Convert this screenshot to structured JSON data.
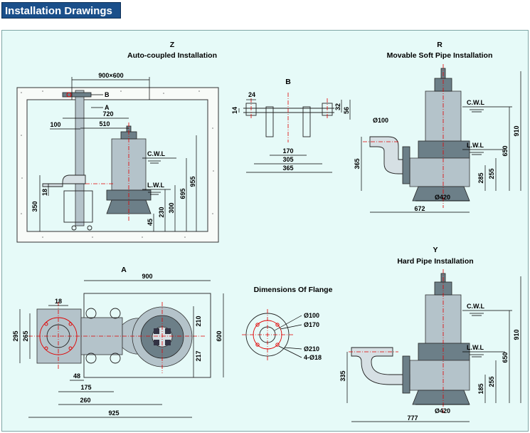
{
  "banner": {
    "title": "Installation Drawings"
  },
  "views": {
    "z": {
      "letter": "Z",
      "title": "Auto-coupled Installation",
      "guide_label": "B",
      "flange_label": "A",
      "dims": {
        "pit": "900×600",
        "d720": "720",
        "d510": "510",
        "d100": "100",
        "d18": "18",
        "d350": "350",
        "d45": "45",
        "d230": "230",
        "d300": "300",
        "d695": "695",
        "d955": "955"
      },
      "cwl": "C.W.L",
      "lwl": "L.W.L"
    },
    "b": {
      "letter": "B",
      "dims": {
        "d24": "24",
        "d14": "14",
        "d32": "32",
        "d56": "56",
        "d170": "170",
        "d305": "305",
        "d365": "365"
      }
    },
    "r": {
      "letter": "R",
      "title": "Movable Soft Pipe Installation",
      "dims": {
        "d100": "Ø100",
        "d365": "365",
        "d910": "910",
        "d650": "650",
        "d255": "255",
        "d285": "285",
        "d420": "Ø420",
        "d672": "672"
      },
      "cwl": "C.W.L",
      "lwl": "L.W.L"
    },
    "a": {
      "letter": "A",
      "dims": {
        "d900": "900",
        "d18": "18",
        "d295": "295",
        "d265": "265",
        "d48": "48",
        "d175": "175",
        "d260": "260",
        "d925": "925",
        "d210": "210",
        "d217": "217",
        "d600": "600"
      }
    },
    "flange": {
      "title": "Dimensions Of Flange",
      "d100": "Ø100",
      "d170": "Ø170",
      "d210": "Ø210",
      "holes": "4-Ø18"
    },
    "y": {
      "letter": "Y",
      "title": "Hard Pipe Installation",
      "dims": {
        "d335": "335",
        "d910": "910",
        "d650": "650",
        "d255": "255",
        "d185": "185",
        "d420": "Ø420",
        "d777": "777"
      },
      "cwl": "C.W.L",
      "lwl": "L.W.L"
    }
  },
  "colors": {
    "banner": "#1a4f8a",
    "panel": "#e6faf8",
    "centerline": "#e00000",
    "pump": "#b4c3ca"
  }
}
